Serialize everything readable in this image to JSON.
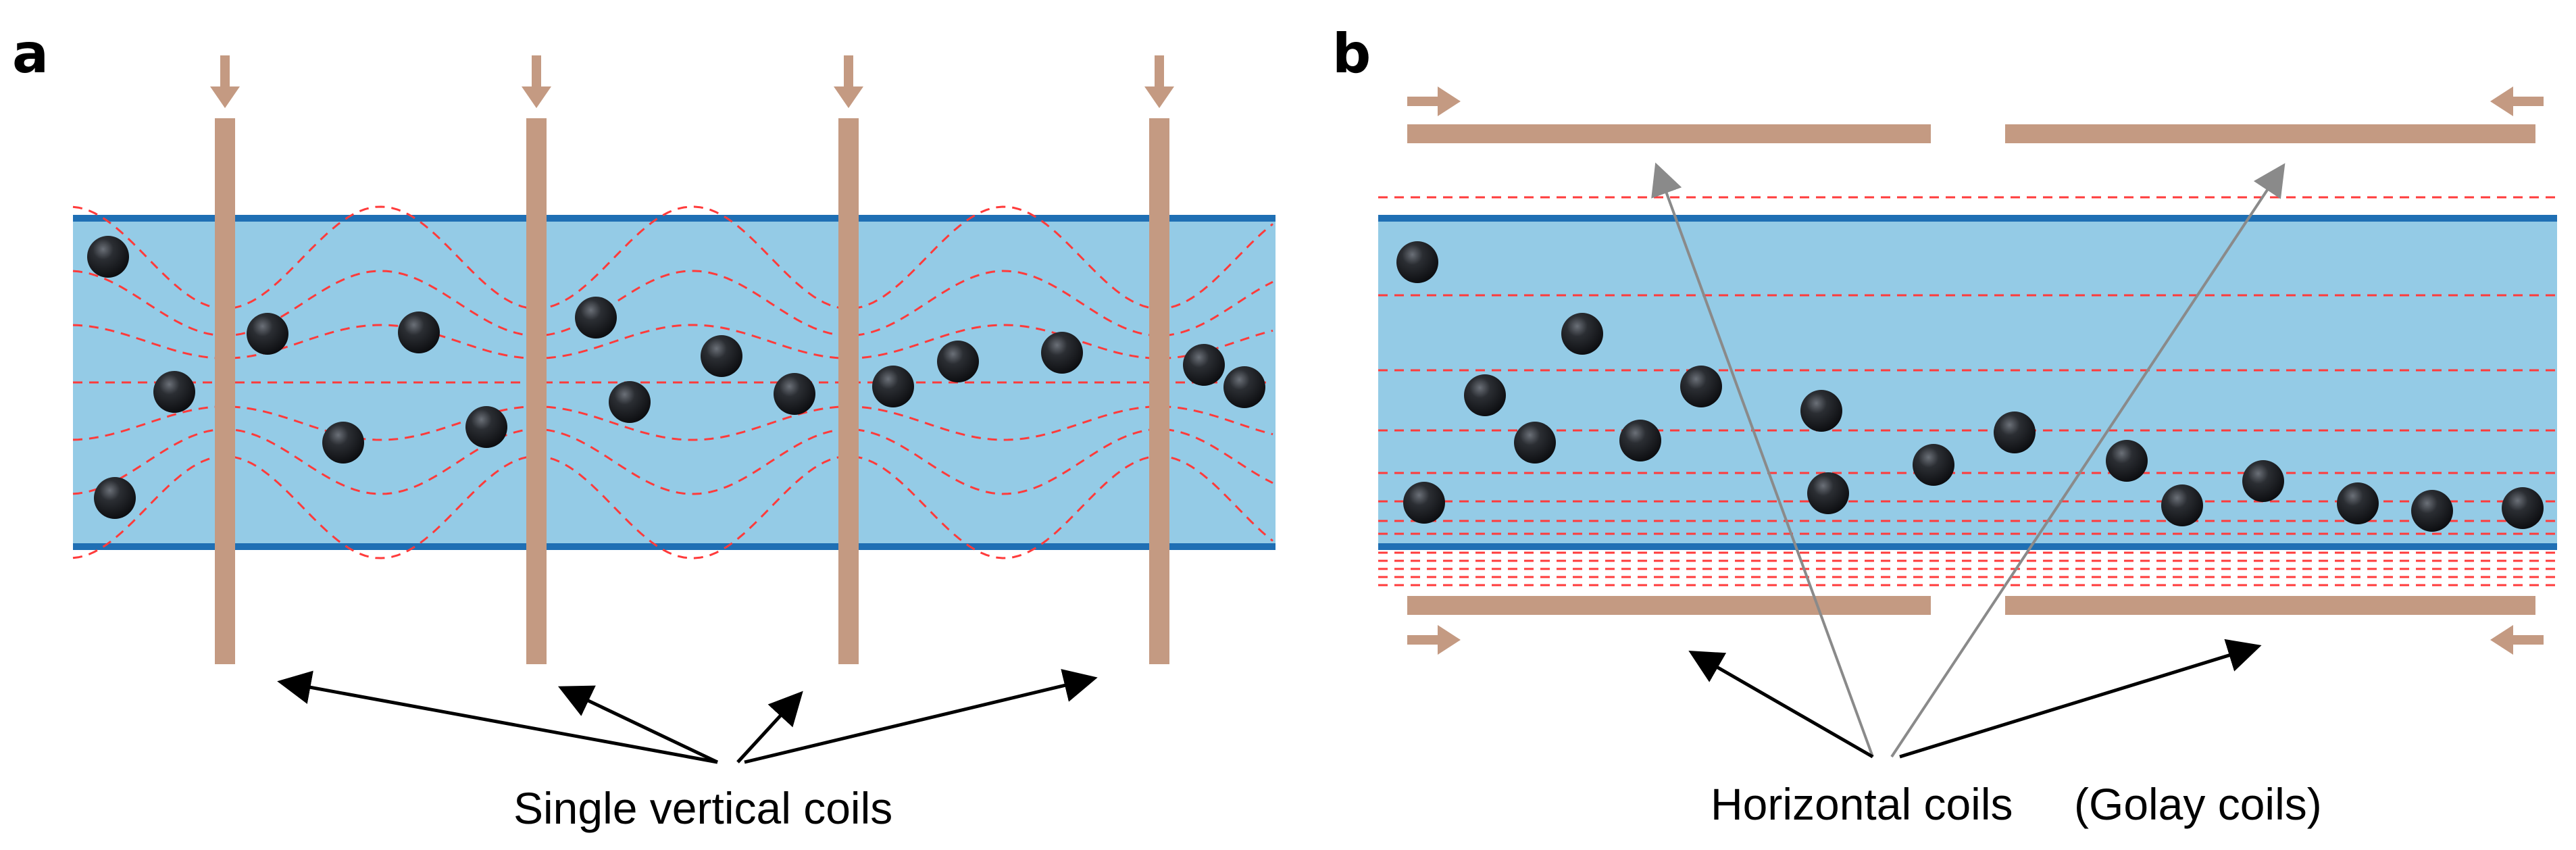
{
  "panel_a": {
    "label": "a",
    "caption": "Single vertical coils"
  },
  "panel_b": {
    "label": "b",
    "caption_main": "Horizontal coils",
    "caption_paren": "(Golay coils)"
  },
  "colors": {
    "channel_fill": "#94cbe6",
    "channel_border": "#1f6fb4",
    "coil": "#c49a82",
    "field_line": "#ff3b3b",
    "particle": "#1a1c20",
    "pointer_black": "#000000",
    "pointer_gray": "#8a8a8a"
  },
  "icons": [
    "down-arrow-icon",
    "right-arrow-icon",
    "left-arrow-icon"
  ]
}
